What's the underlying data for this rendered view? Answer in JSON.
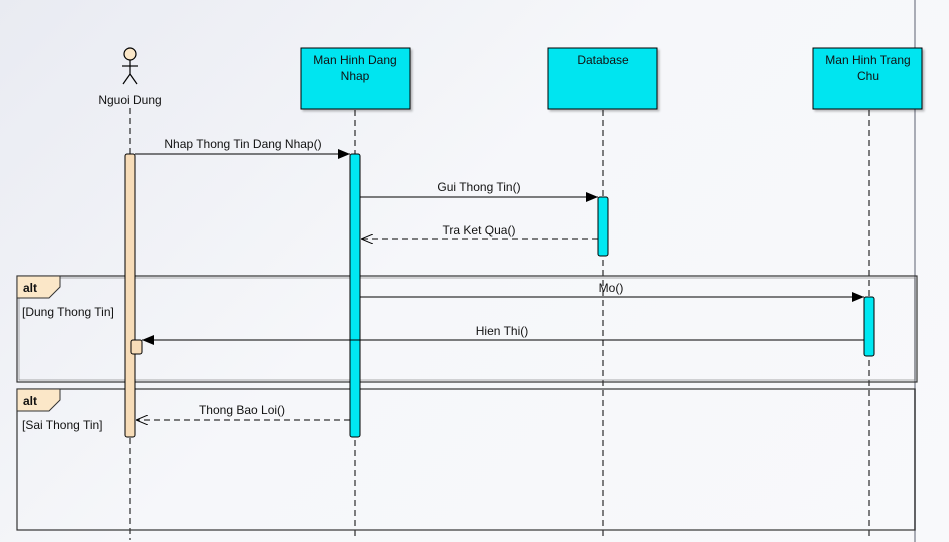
{
  "actor": {
    "name": "Nguoi Dung"
  },
  "lifelines": [
    {
      "line1": "Man Hinh Dang",
      "line2": "Nhap"
    },
    {
      "line1": "Database",
      "line2": ""
    },
    {
      "line1": "Man Hinh Trang",
      "line2": "Chu"
    }
  ],
  "messages": [
    {
      "label": "Nhap Thong Tin Dang Nhap()",
      "kind": "sync"
    },
    {
      "label": "Gui Thong Tin()",
      "kind": "sync"
    },
    {
      "label": "Tra Ket Qua()",
      "kind": "return"
    },
    {
      "label": "Mo()",
      "kind": "sync"
    },
    {
      "label": "Hien Thi()",
      "kind": "sync"
    },
    {
      "label": "Thong Bao Loi()",
      "kind": "return"
    }
  ],
  "fragments": [
    {
      "operator": "alt",
      "guard": "[Dung Thong Tin]"
    },
    {
      "operator": "alt",
      "guard": "[Sai Thong Tin]"
    }
  ],
  "colors": {
    "lifeline_box": "#00e5f0",
    "activation_cyan": "#00e8f2",
    "activation_actor": "#f7dcb8",
    "fragment_tab": "#fbe7c8",
    "line": "#000000"
  }
}
